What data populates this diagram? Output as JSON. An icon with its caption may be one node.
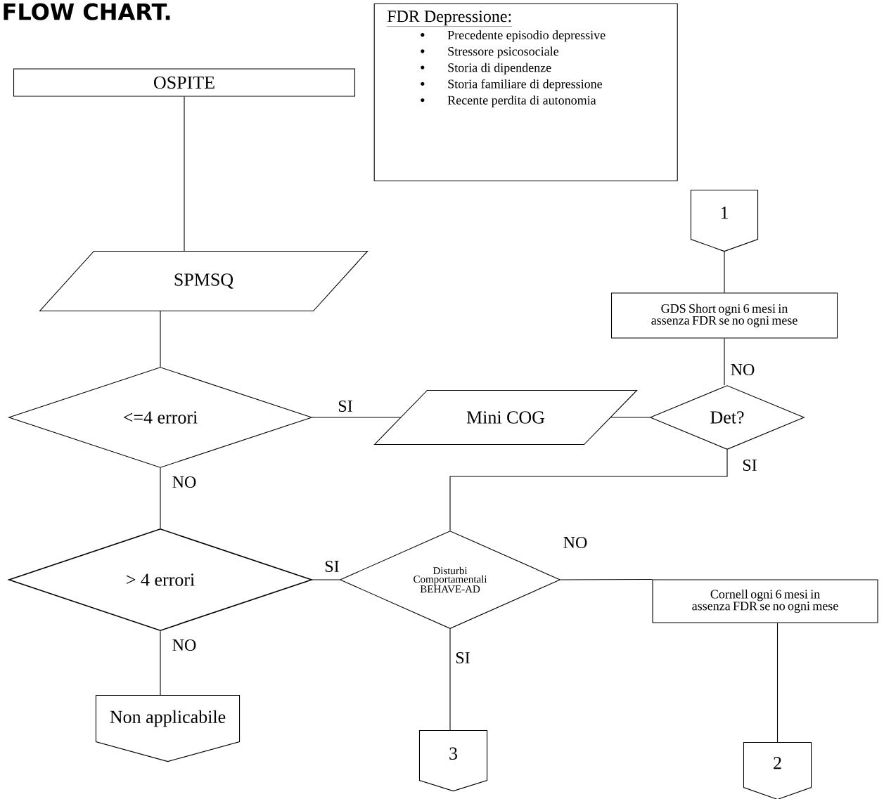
{
  "diagram": {
    "title": "FLOW CHART.",
    "nodes": [
      {
        "text": [
          "OSPITE"
        ]
      },
      {
        "text": [
          "FDR Depressione:",
          "Precedente episodio depressive",
          "Stressore psicosociale",
          "Storia di dipendenze",
          "Storia familiare di depressione",
          "Recente perdita di autonomia"
        ]
      },
      {
        "text": [
          "SPMSQ"
        ]
      },
      {
        "text": [
          "<=4 errori"
        ]
      },
      {
        "text": [
          "Mini COG"
        ]
      },
      {
        "text": [
          "Det?"
        ]
      },
      {
        "text": [
          "GDS Short ogni 6 mesi in assenza FDR se no ogni mese"
        ]
      },
      {
        "text": [
          "1"
        ]
      },
      {
        "text": [
          "> 4 errori"
        ]
      },
      {
        "text": [
          "Disturbi Comportamentali BEHAVE-AD"
        ]
      },
      {
        "text": [
          "Cornell ogni 6 mesi in assenza FDR se no ogni mese"
        ]
      },
      {
        "text": [
          "Non applicabile"
        ]
      },
      {
        "text": [
          "3"
        ]
      },
      {
        "text": [
          "2"
        ]
      }
    ],
    "edges": [
      {
        "from": 0,
        "to": 2,
        "arrow": "none"
      },
      {
        "from": 2,
        "to": 3,
        "arrow": "none"
      },
      {
        "from": 3,
        "to": 4,
        "arrow": "none",
        "label": "SI"
      },
      {
        "from": 3,
        "to": 8,
        "arrow": "none",
        "label": "NO"
      },
      {
        "from": 4,
        "to": 5,
        "arrow": "none"
      },
      {
        "from": 7,
        "to": 6,
        "arrow": "none"
      },
      {
        "from": 6,
        "to": 5,
        "arrow": "none",
        "label": "NO"
      },
      {
        "from": 5,
        "to": 9,
        "arrow": "none",
        "label": "SI"
      },
      {
        "from": 8,
        "to": 9,
        "arrow": "none",
        "label": "SI"
      },
      {
        "from": 9,
        "to": 10,
        "arrow": "none",
        "label": "NO"
      },
      {
        "from": 9,
        "to": 12,
        "arrow": "none",
        "label": "SI"
      },
      {
        "from": 10,
        "to": 13,
        "arrow": "none"
      },
      {
        "from": 8,
        "to": 11,
        "arrow": "none",
        "label": "NO"
      }
    ]
  }
}
